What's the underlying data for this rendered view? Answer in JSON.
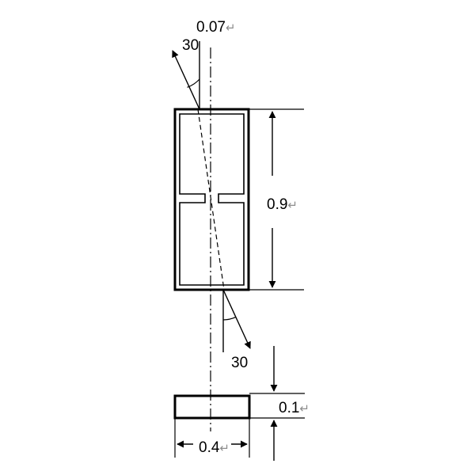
{
  "colors": {
    "stroke": "#000000",
    "return_mark": "#8c8c8c",
    "background": "#ffffff"
  },
  "labels": {
    "top_offset": "0.07",
    "top_angle": "30",
    "height": "0.9",
    "bottom_angle": "30",
    "thickness": "0.1",
    "width": "0.4"
  },
  "return_mark": "↵"
}
